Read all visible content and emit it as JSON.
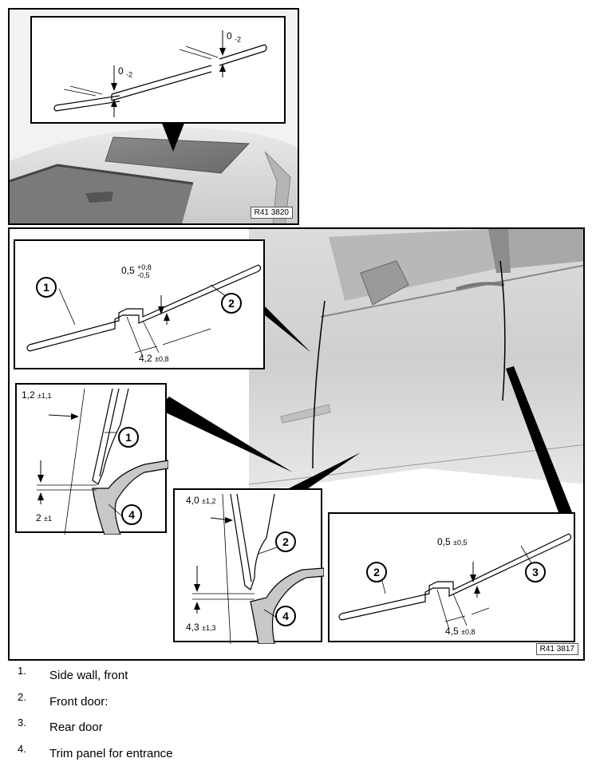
{
  "top_figure": {
    "figure_id": "R41 3820",
    "dim_left": "0",
    "dim_left_sub": "-2",
    "dim_right": "0",
    "dim_right_sub": "-2"
  },
  "bottom_figure": {
    "figure_id": "R41 3817",
    "inset_a": {
      "dim_gap_main": "0,5",
      "dim_gap_sup": "+0,8",
      "dim_gap_sub": "-0,5",
      "dim_width": "4,2",
      "dim_width_tol": "±0,8",
      "callout_left": "1",
      "callout_right": "2"
    },
    "inset_b": {
      "dim_top": "1,2",
      "dim_top_tol": "±1,1",
      "dim_bottom": "2",
      "dim_bottom_tol": "±1",
      "callout_upper": "1",
      "callout_lower": "4"
    },
    "inset_c": {
      "dim_top": "4,0",
      "dim_top_tol": "±1,2",
      "dim_bottom": "4,3",
      "dim_bottom_tol": "±1,3",
      "callout_upper": "2",
      "callout_lower": "4"
    },
    "inset_d": {
      "dim_gap": "0,5",
      "dim_gap_tol": "±0,5",
      "dim_width": "4,5",
      "dim_width_tol": "±0,8",
      "callout_left": "2",
      "callout_right": "3"
    }
  },
  "legend": [
    {
      "num": "1.",
      "text": "Side wall, front"
    },
    {
      "num": "2.",
      "text": "Front door:"
    },
    {
      "num": "3.",
      "text": "Rear door"
    },
    {
      "num": "4.",
      "text": "Trim panel for entrance"
    }
  ]
}
